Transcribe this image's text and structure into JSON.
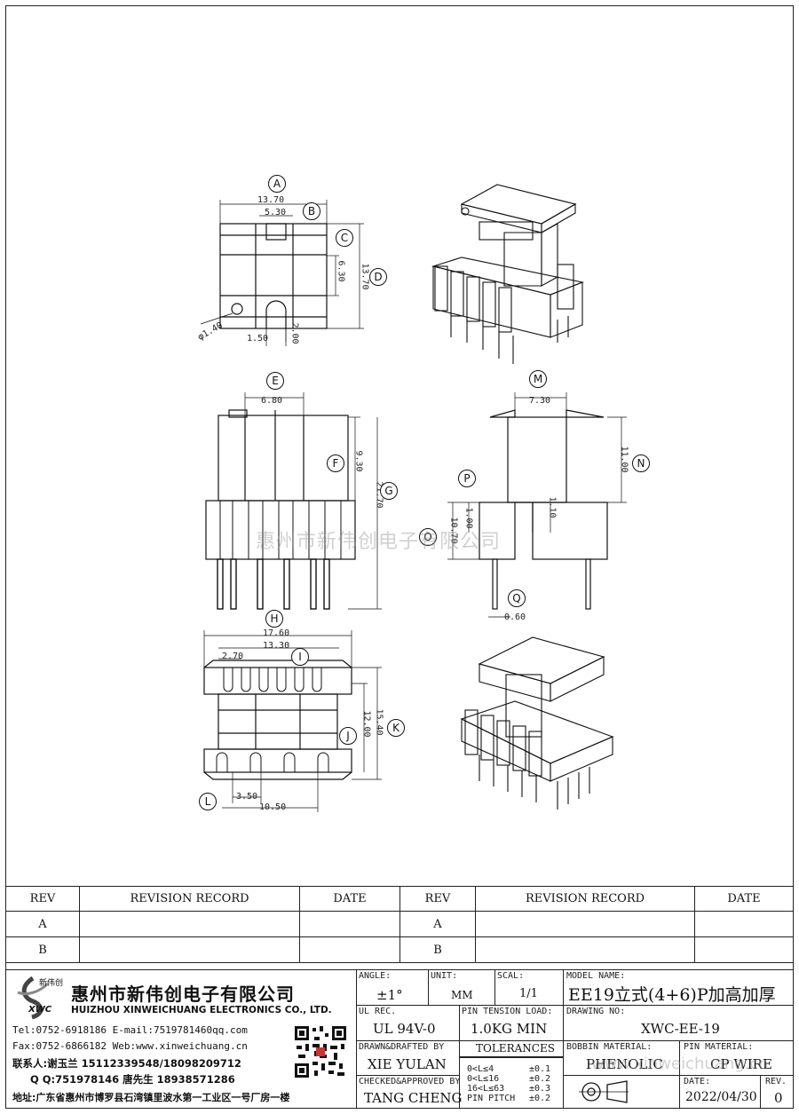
{
  "dimensions": {
    "a_top": "13.70",
    "b_top": "5.30",
    "c_top": "6.30",
    "d_top": "13.70",
    "hole": "φ1.40",
    "slot_w": "1.50",
    "slot_d": "2.00",
    "e_front": "6.80",
    "f_front": "9.30",
    "g_front": "21.70",
    "m_side": "7.30",
    "n_side": "11.00",
    "o_side": "10.70",
    "p_side": "1.00",
    "base_side": "1.10",
    "q_side": "0.60",
    "h_bot": "17.60",
    "i_bot": "13.30",
    "pitch_i": "2.70",
    "j_bot": "12.00",
    "k_bot": "15.40",
    "l_bot": "3.50",
    "pin_span": "10.50"
  },
  "callouts": [
    "A",
    "B",
    "C",
    "D",
    "E",
    "F",
    "G",
    "M",
    "N",
    "P",
    "O",
    "Q",
    "H",
    "I",
    "J",
    "K",
    "L"
  ],
  "watermark": "惠州市新伟创电子有限公司",
  "revision": {
    "headers": [
      "REV",
      "REVISION RECORD",
      "DATE",
      "REV",
      "REVISION RECORD",
      "DATE"
    ],
    "rows": [
      [
        "A",
        "",
        "",
        "A",
        "",
        ""
      ],
      [
        "B",
        "",
        "",
        "B",
        "",
        ""
      ]
    ]
  },
  "company": {
    "logo_text": "新伟创",
    "logo_abbr": "XWC",
    "name_cn": "惠州市新伟创电子有限公司",
    "name_en": "HUIZHOU XINWEICHUANG ELECTRONICS CO., LTD.",
    "tel": "Tel:0752-6918186 E-mail:7519781460qq.com",
    "fax": "Fax:0752-6866182 Web:www.xinweichuang.cn",
    "contact1": "联系人:谢玉兰 15112339548/18098209712",
    "contact2": "Q Q:751978146    唐先生 18938571286",
    "address": "地址:广东省惠州市博罗县石湾镇里波水第一工业区一号厂房一楼"
  },
  "title_block": {
    "angle_label": "ANGLE:",
    "angle": "±1°",
    "unit_label": "UNIT:",
    "unit": "MM",
    "scale_label": "SCAL:",
    "scale": "1/1",
    "model_label": "MODEL NAME:",
    "model": "EE19立式(4+6)P加高加厚",
    "ul_label": "UL REC.",
    "ul": "UL 94V-0",
    "pin_tension_label": "PIN TENSION LOAD:",
    "pin_tension": "1.0KG MIN",
    "drawing_no_label": "DRAWING NO:",
    "drawing_no": "XWC-EE-19",
    "drawn_label": "DRAWN&DRAFTED BY",
    "drawn": "XIE YULAN",
    "tolerances_label": "TOLERANCES",
    "tol_rows": [
      [
        "0<L≤4",
        "±0.1"
      ],
      [
        "0<L≤16",
        "±0.2"
      ],
      [
        "16<L≤63",
        "±0.3"
      ],
      [
        "PIN PITCH",
        "±0.2"
      ]
    ],
    "checked_label": "CHECKED&APPROVED BY",
    "checked": "TANG CHENG",
    "bobbin_label": "BOBBIN MATERIAL:",
    "bobbin": "PHENOLIC",
    "pin_material_label": "PIN MATERIAL:",
    "pin_material": "CP WIRE",
    "date_label": "DATE:",
    "date": "2022/04/30",
    "rev_label": "REV.",
    "rev": "0",
    "watermark_url": "www.xinweichuang.cn"
  }
}
